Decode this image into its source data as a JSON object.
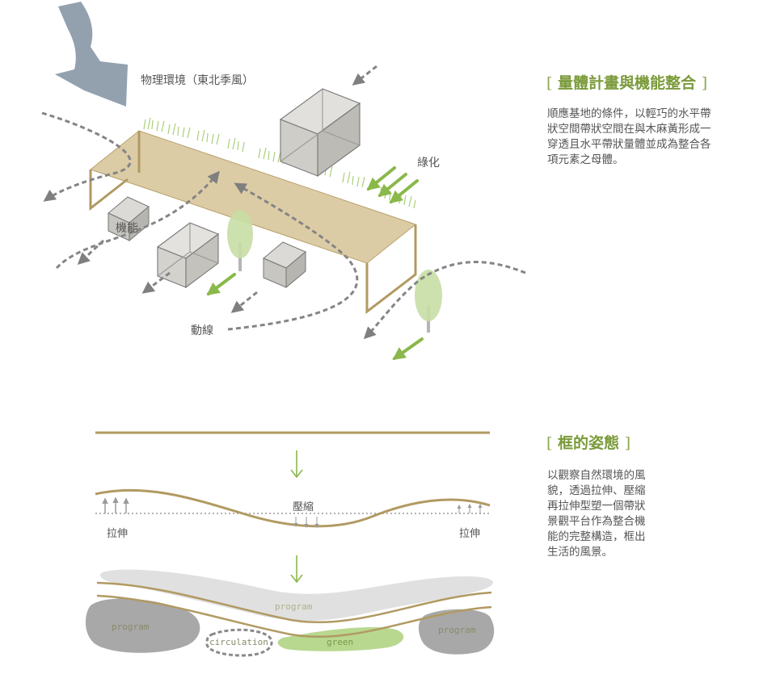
{
  "diagram_labels": {
    "wind": "物理環境（東北季風）",
    "greening": "綠化",
    "function": "機能",
    "circulation_zh": "動線",
    "compress": "壓縮",
    "stretch_left": "拉伸",
    "stretch_right": "拉伸",
    "program_top": "program",
    "program_left": "program",
    "program_right": "program",
    "circulation": "circulation",
    "green": "green"
  },
  "sections": [
    {
      "title": "量體計畫與機能整合",
      "lines": [
        "順應基地的條件，以輕巧的水平帶",
        "狀空間帶狀空間在與木麻黃形成一",
        "穿透且水平帶狀量體並成為整合各",
        "項元素之母體。"
      ]
    },
    {
      "title": "框的姿態",
      "lines": [
        "以觀察自然環境的風",
        "貌，透過拉伸、壓縮",
        "再拉伸型塑一個帶狀",
        "景觀平台作為整合機",
        "能的完整構造，框出",
        "生活的風景。"
      ]
    }
  ],
  "bracket_open": "[",
  "bracket_close": "]",
  "colors": {
    "accent_green": "#7a9a3a",
    "tan_frame": "#b19a62",
    "tan_fill": "#d9c9a0",
    "arrow_gray": "#7f7f7f",
    "light_green": "#a8c97a",
    "blob_gray": "#a6a6a6",
    "blob_light": "#e2e2e2",
    "box_gray": "#8a8a8a",
    "wind_arrow": "#8a99a8"
  }
}
